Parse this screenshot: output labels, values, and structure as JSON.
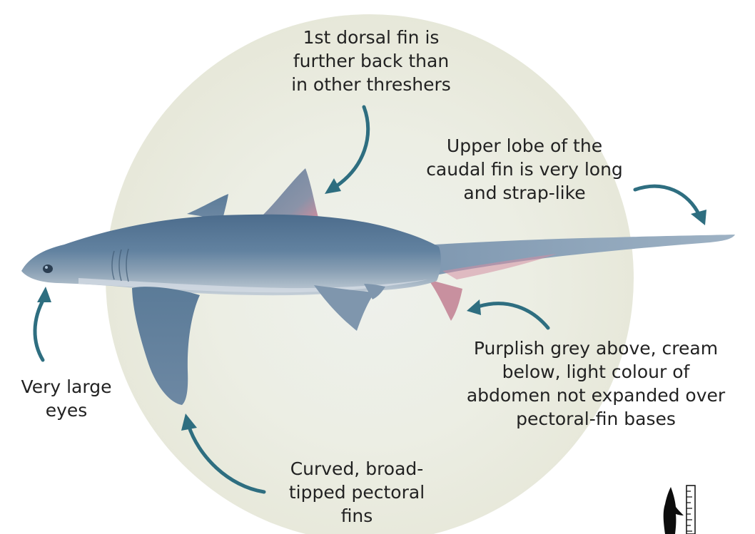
{
  "annotations": {
    "dorsal": [
      "1st dorsal fin is",
      "further back than",
      "in other threshers"
    ],
    "caudal": [
      "Upper lobe of the",
      "caudal fin is very long",
      "and strap-like"
    ],
    "eyes": [
      "Very large",
      "eyes"
    ],
    "colour": [
      "Purplish grey above, cream",
      "below, light colour of",
      "abdomen not expanded over",
      "pectoral-fin bases"
    ],
    "pectoral": [
      "Curved, broad-",
      "tipped pectoral",
      "fins"
    ]
  },
  "colors": {
    "arrow": "#2e6e80",
    "shark_body": "#5f7d99",
    "shark_belly": "#c9d3dc",
    "fin_tint": "#c98b9c",
    "background_circle": "#e8eadc",
    "text": "#222222"
  },
  "icons": {
    "size_indicator": "shark-silhouette-with-ruler-icon"
  }
}
